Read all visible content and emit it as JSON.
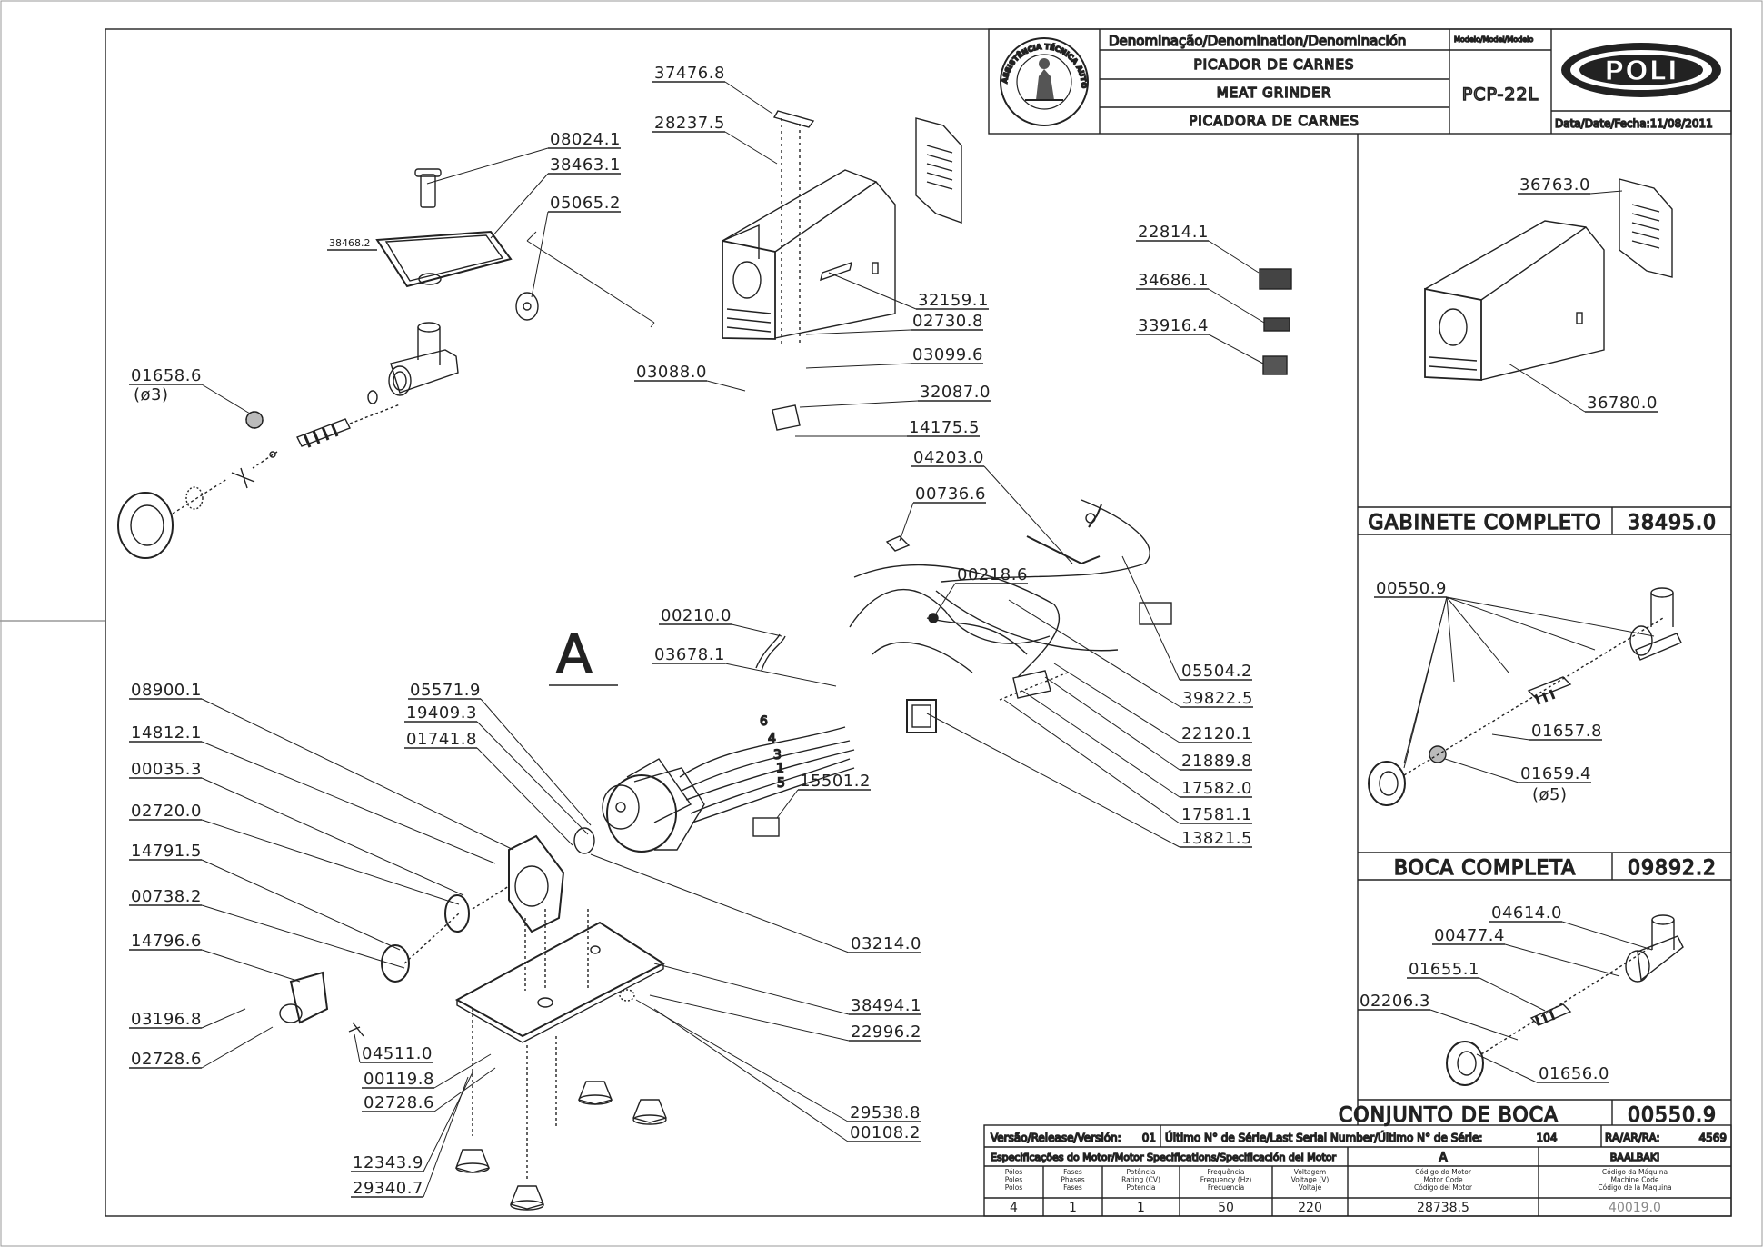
{
  "title_block": {
    "denomination_header": "Denominação/Denomination/Denominación",
    "model_header": "Modelo/Model/Modelo",
    "name_pt": "PICADOR DE CARNES",
    "name_en": "MEAT GRINDER",
    "name_es": "PICADORA DE CARNES",
    "model": "PCP-22L",
    "brand": "POLI",
    "date": "Data/Date/Fecha:11/08/2011",
    "seal_text": "ASSISTÊNCIA TÉCNICA AUTORIZADA"
  },
  "section_marker": "A",
  "callouts": [
    {
      "id": "c1",
      "text": "37476.8"
    },
    {
      "id": "c2",
      "text": "28237.5"
    },
    {
      "id": "c3",
      "text": "08024.1"
    },
    {
      "id": "c4",
      "text": "38463.1"
    },
    {
      "id": "c5",
      "text": "05065.2"
    },
    {
      "id": "c6",
      "text": "38468.2"
    },
    {
      "id": "c7",
      "text": "01658.6"
    },
    {
      "id": "c8",
      "text": "(ø3)"
    },
    {
      "id": "c9",
      "text": "32159.1"
    },
    {
      "id": "c10",
      "text": "02730.8"
    },
    {
      "id": "c11",
      "text": "03099.6"
    },
    {
      "id": "c12",
      "text": "03088.0"
    },
    {
      "id": "c13",
      "text": "32087.0"
    },
    {
      "id": "c14",
      "text": "14175.5"
    },
    {
      "id": "c15",
      "text": "04203.0"
    },
    {
      "id": "c16",
      "text": "00736.6"
    },
    {
      "id": "c17",
      "text": "00218.6"
    },
    {
      "id": "c18",
      "text": "22814.1"
    },
    {
      "id": "c19",
      "text": "34686.1"
    },
    {
      "id": "c20",
      "text": "33916.4"
    },
    {
      "id": "c21",
      "text": "05504.2"
    },
    {
      "id": "c22",
      "text": "39822.5"
    },
    {
      "id": "c23",
      "text": "22120.1"
    },
    {
      "id": "c24",
      "text": "21889.8"
    },
    {
      "id": "c25",
      "text": "17582.0"
    },
    {
      "id": "c26",
      "text": "17581.1"
    },
    {
      "id": "c27",
      "text": "13821.5"
    },
    {
      "id": "c28",
      "text": "00210.0"
    },
    {
      "id": "c29",
      "text": "03678.1"
    },
    {
      "id": "c30",
      "text": "15501.2"
    },
    {
      "id": "c31",
      "text": "08900.1"
    },
    {
      "id": "c32",
      "text": "14812.1"
    },
    {
      "id": "c33",
      "text": "00035.3"
    },
    {
      "id": "c34",
      "text": "02720.0"
    },
    {
      "id": "c35",
      "text": "14791.5"
    },
    {
      "id": "c36",
      "text": "00738.2"
    },
    {
      "id": "c37",
      "text": "14796.6"
    },
    {
      "id": "c38",
      "text": "03196.8"
    },
    {
      "id": "c39",
      "text": "02728.6"
    },
    {
      "id": "c40",
      "text": "04511.0"
    },
    {
      "id": "c41",
      "text": "00119.8"
    },
    {
      "id": "c42",
      "text": "02728.6"
    },
    {
      "id": "c43",
      "text": "12343.9"
    },
    {
      "id": "c44",
      "text": "29340.7"
    },
    {
      "id": "c45",
      "text": "05571.9"
    },
    {
      "id": "c46",
      "text": "19409.3"
    },
    {
      "id": "c47",
      "text": "01741.8"
    },
    {
      "id": "c48",
      "text": "03214.0"
    },
    {
      "id": "c49",
      "text": "38494.1"
    },
    {
      "id": "c50",
      "text": "22996.2"
    },
    {
      "id": "c51",
      "text": "29538.8"
    },
    {
      "id": "c52",
      "text": "00108.2"
    },
    {
      "id": "c53",
      "text": "36763.0"
    },
    {
      "id": "c54",
      "text": "36780.0"
    },
    {
      "id": "c55",
      "text": "00550.9"
    },
    {
      "id": "c56",
      "text": "01657.8"
    },
    {
      "id": "c57",
      "text": "01659.4"
    },
    {
      "id": "c58",
      "text": "(ø5)"
    },
    {
      "id": "c59",
      "text": "04614.0"
    },
    {
      "id": "c60",
      "text": "00477.4"
    },
    {
      "id": "c61",
      "text": "01655.1"
    },
    {
      "id": "c62",
      "text": "02206.3"
    },
    {
      "id": "c63",
      "text": "01656.0"
    }
  ],
  "wire_numbers": [
    "6",
    "4",
    "3",
    "1",
    "5"
  ],
  "assemblies": [
    {
      "name": "GABINETE COMPLETO",
      "code": "38495.0"
    },
    {
      "name": "BOCA COMPLETA",
      "code": "09892.2"
    },
    {
      "name": "CONJUNTO DE BOCA",
      "code": "00550.9"
    }
  ],
  "release": {
    "version_label": "Versão/Release/Versión:",
    "version_value": "01",
    "serial_label": "Último N° de Série/Last Serial Number/Último N° de Série:",
    "serial_value": "104",
    "ra_label": "RA/AR/RA:",
    "ra_value": "4569"
  },
  "motor_specs": {
    "header": "Especificações do Motor/Motor Specifications/Specificación del Motor",
    "variant": "A",
    "machine_name": "BAALBAKI",
    "columns": [
      {
        "label": "Pólos\nPoles\nPolos",
        "value": "4"
      },
      {
        "label": "Fases\nPhases\nFases",
        "value": "1"
      },
      {
        "label": "Potência\nRating (CV)\nPotencia",
        "value": "1"
      },
      {
        "label": "Frequência\nFrequency (Hz)\nFrecuencia",
        "value": "50"
      },
      {
        "label": "Voltagem\nVoltage (V)\nVoltaje",
        "value": "220"
      },
      {
        "label": "Código do Motor\nMotor Code\nCódigo del Motor",
        "value": "28738.5"
      },
      {
        "label": "Código da Máquina\nMachine Code\nCódigo de la Maquina",
        "value": "40019.0"
      }
    ]
  }
}
